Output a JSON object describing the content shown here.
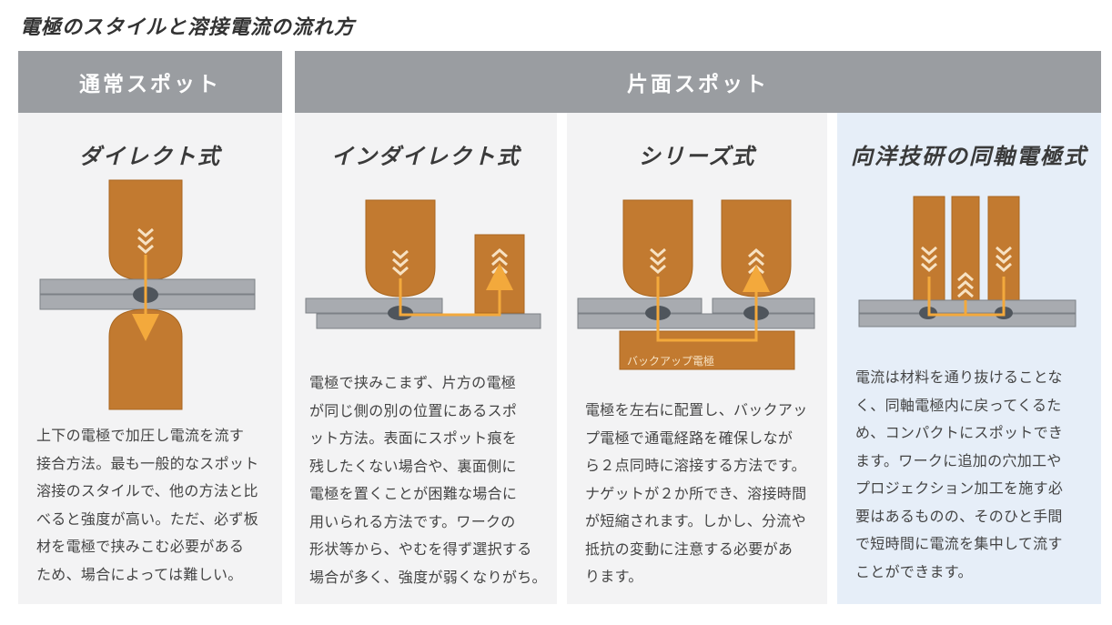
{
  "title": "電極のスタイルと溶接電流の流れ方",
  "headers": {
    "normal": "通常スポット",
    "single_side": "片面スポット"
  },
  "panels": [
    {
      "title": "ダイレクト式",
      "desc": "上下の電極で加圧し電流を流す\n接合方法。最も一般的なスポット\n溶接のスタイルで、他の方法と比\nべると強度が高い。ただ、必ず板\n材を電極で挟みこむ必要がある\nため、場合によっては難しい。"
    },
    {
      "title": "インダイレクト式",
      "desc": "電極で挟みこまず、片方の電極\nが同じ側の別の位置にあるスポ\nット方法。表面にスポット痕を\n残したくない場合や、裏面側に\n電極を置くことが困難な場合に\n用いられる方法です。ワークの\n形状等から、やむを得ず選択する\n場合が多く、強度が弱くなりがち。"
    },
    {
      "title": "シリーズ式",
      "backup_label": "バックアップ電極",
      "desc": "電極を左右に配置し、バックアッ\nプ電極で通電経路を確保しなが\nら２点同時に溶接する方法です。\nナゲットが２か所でき、溶接時間\nが短縮されます。しかし、分流や\n抵抗の変動に注意する必要があ\nります。"
    },
    {
      "title": "向洋技研の同軸電極式",
      "desc": "電流は材料を通り抜けることな\nく、同軸電極内に戻ってくるた\nめ、コンパクトにスポットでき\nます。ワークに追加の穴加工や\nプロジェクション加工を施す必\n要はあるものの、そのひと手間\nで短時間に電流を集中して流す\nことができます。"
    }
  ],
  "colors": {
    "header_bg": "#9a9da1",
    "panel_bg": "#f3f3f4",
    "panel_bg_highlight": "#e6eef8",
    "electrode": "#c27a30",
    "electrode_edge": "#a9661f",
    "plate": "#a8abb0",
    "plate_edge": "#7c8086",
    "nugget": "#4f555c",
    "current": "#f3a93c",
    "chevron": "#f7e2c3"
  }
}
